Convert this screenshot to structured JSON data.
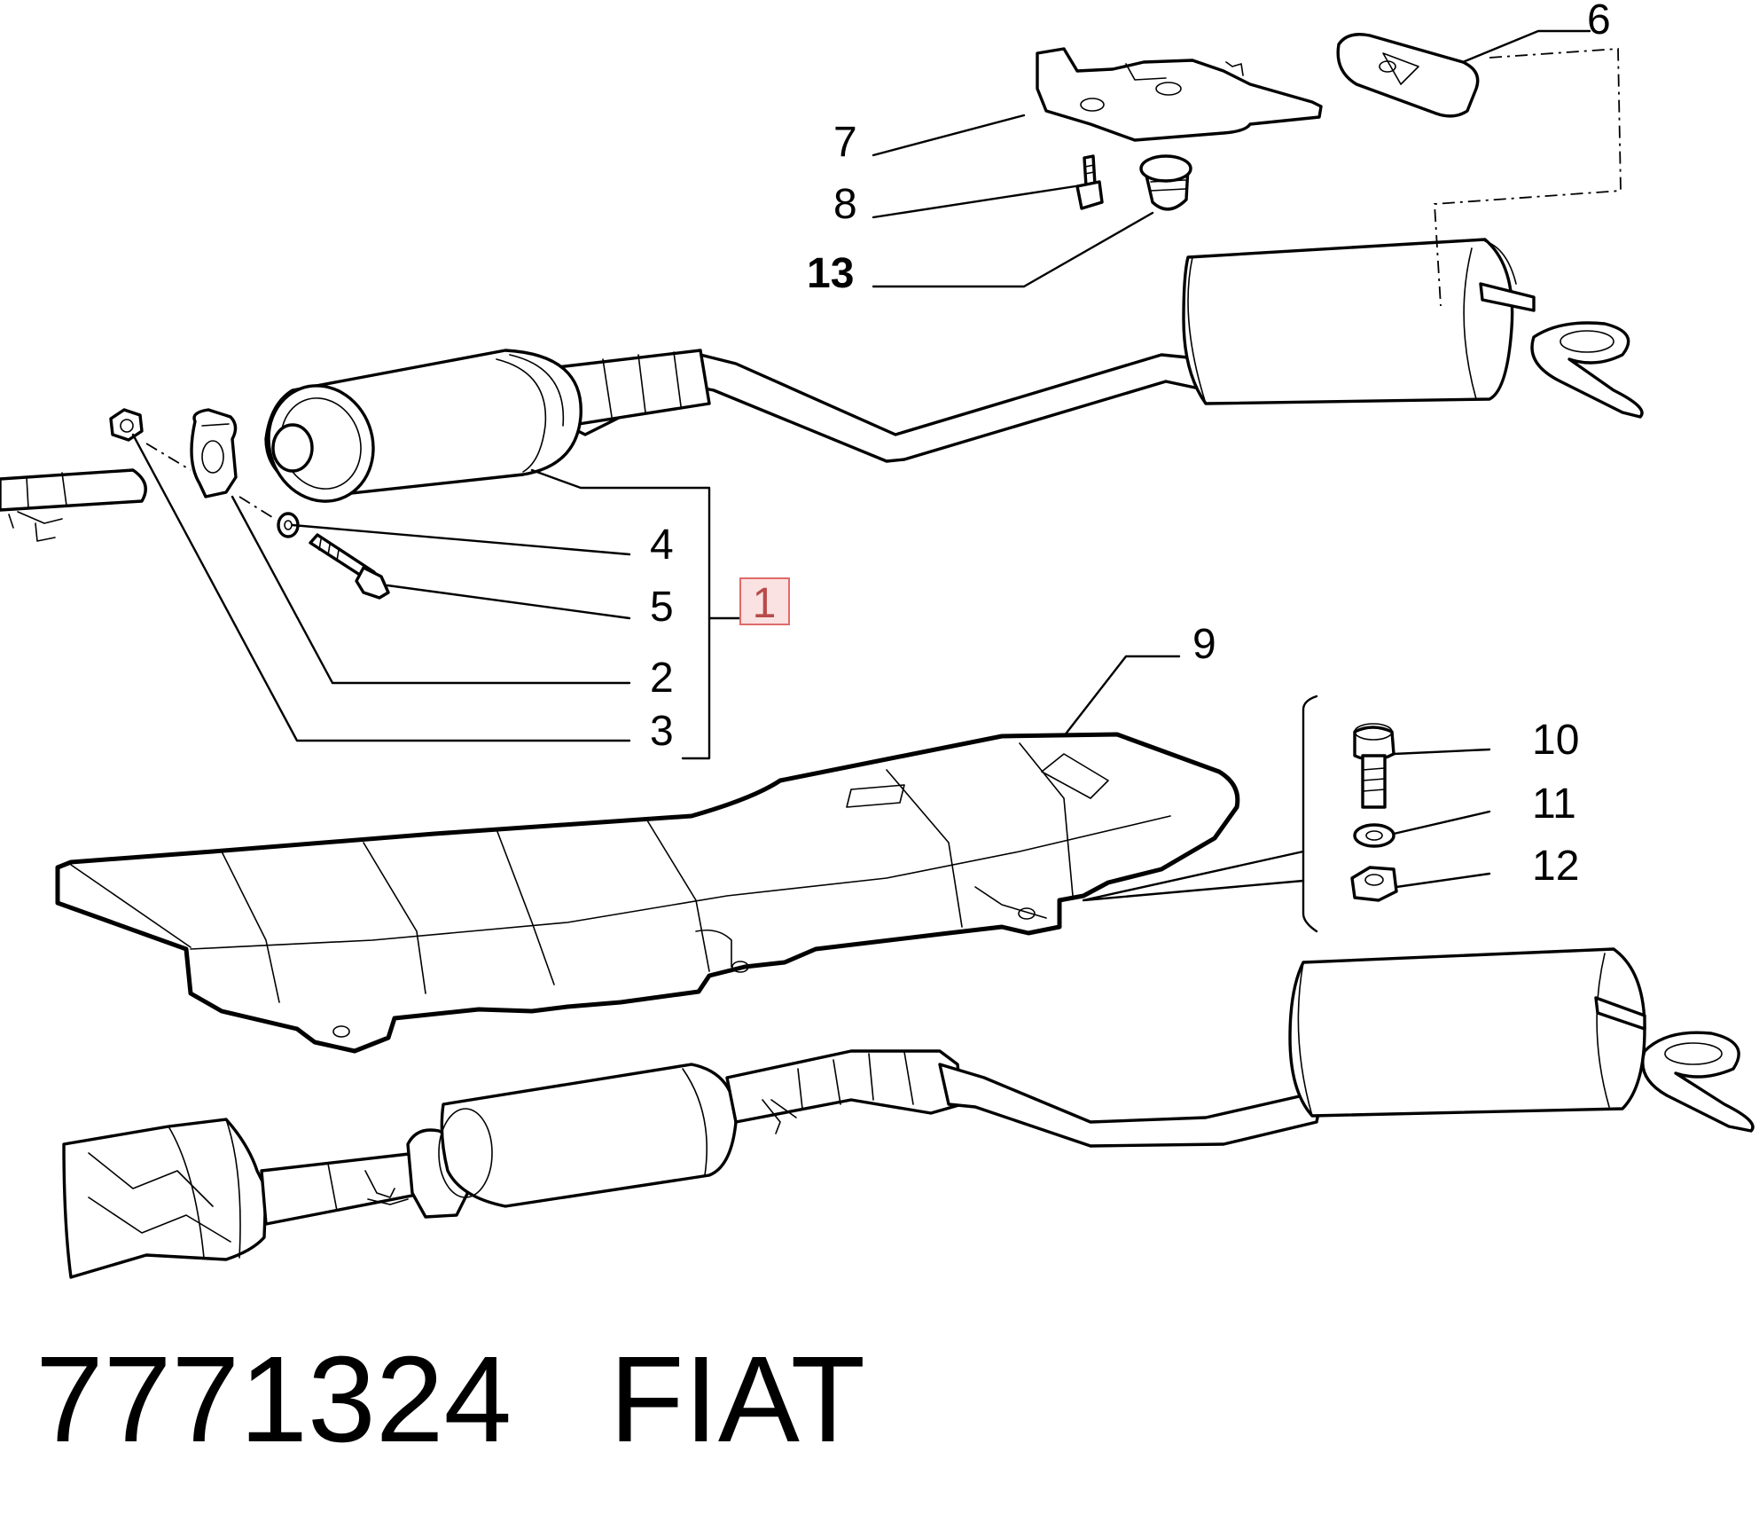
{
  "callouts": {
    "c1": "1",
    "c2": "2",
    "c3": "3",
    "c4": "4",
    "c5": "5",
    "c6": "6",
    "c7": "7",
    "c8": "8",
    "c9": "9",
    "c10": "10",
    "c11": "11",
    "c12": "12",
    "c13": "13"
  },
  "highlighted_callout": "1",
  "caption": {
    "part_number": "7771324",
    "brand": "FIAT"
  }
}
